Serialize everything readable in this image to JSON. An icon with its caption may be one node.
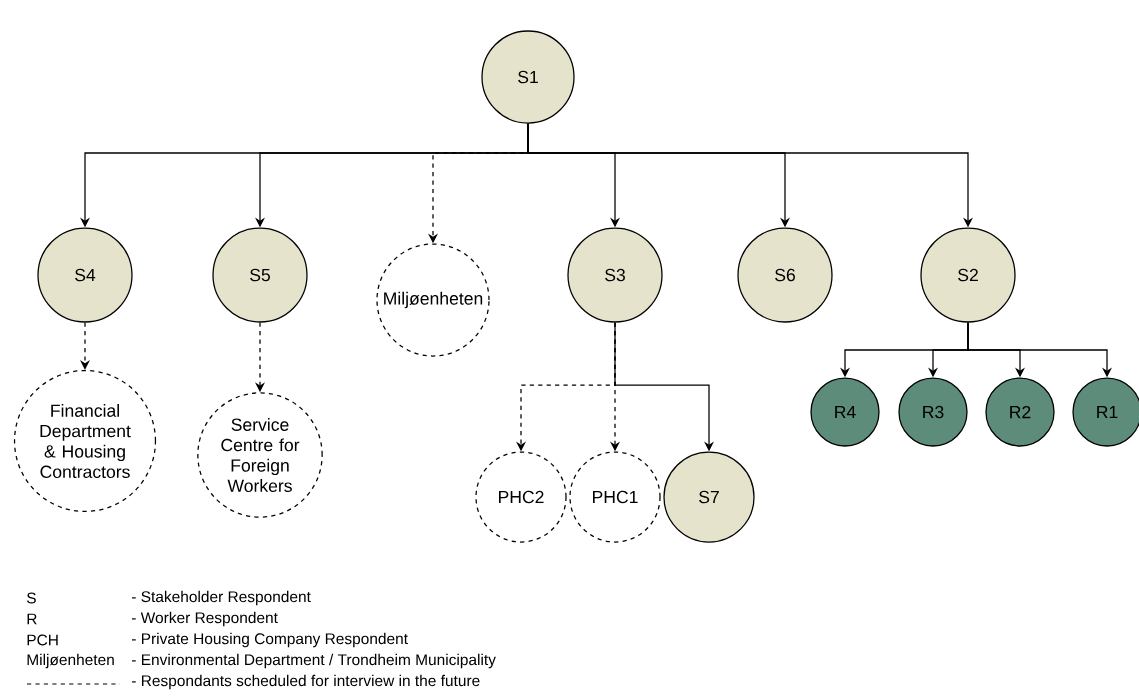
{
  "diagram": {
    "nodes": [
      {
        "text": [
          "S1"
        ]
      },
      {
        "text": [
          "S4"
        ]
      },
      {
        "text": [
          "S5"
        ]
      },
      {
        "text": [
          "Miljøenheten"
        ]
      },
      {
        "text": [
          "S3"
        ]
      },
      {
        "text": [
          "S6"
        ]
      },
      {
        "text": [
          "S2"
        ]
      },
      {
        "text": [
          "Financial Department & Housing Contractors"
        ]
      },
      {
        "text": [
          "Service Centre for Foreign Workers"
        ]
      },
      {
        "text": [
          "R4"
        ]
      },
      {
        "text": [
          "R3"
        ]
      },
      {
        "text": [
          "R2"
        ]
      },
      {
        "text": [
          "R1"
        ]
      },
      {
        "text": [
          "PHC2"
        ]
      },
      {
        "text": [
          "PHC1"
        ]
      },
      {
        "text": [
          "S7"
        ]
      }
    ],
    "edges": [
      {
        "from": 0,
        "to": 1,
        "arrow": "to"
      },
      {
        "from": 0,
        "to": 2,
        "arrow": "to"
      },
      {
        "from": 0,
        "to": 3,
        "arrow": "to",
        "style": "dashed"
      },
      {
        "from": 0,
        "to": 4,
        "arrow": "to"
      },
      {
        "from": 0,
        "to": 5,
        "arrow": "to"
      },
      {
        "from": 0,
        "to": 6,
        "arrow": "to"
      },
      {
        "from": 1,
        "to": 7,
        "arrow": "to",
        "style": "dashed"
      },
      {
        "from": 2,
        "to": 8,
        "arrow": "to",
        "style": "dashed"
      },
      {
        "from": 4,
        "to": 13,
        "arrow": "to",
        "style": "dashed"
      },
      {
        "from": 4,
        "to": 14,
        "arrow": "to",
        "style": "dashed"
      },
      {
        "from": 4,
        "to": 15,
        "arrow": "to"
      },
      {
        "from": 6,
        "to": 9,
        "arrow": "to"
      },
      {
        "from": 6,
        "to": 10,
        "arrow": "to"
      },
      {
        "from": 6,
        "to": 11,
        "arrow": "to"
      },
      {
        "from": 6,
        "to": 12,
        "arrow": "to"
      }
    ],
    "labels": [
      "S",
      "- Stakeholder Respondent",
      "R",
      "- Worker Respondent",
      "PCH",
      "- Private Housing Company Respondent",
      "Miljøenheten",
      "- Environmental Department / Trondheim Municipality"
    ],
    "legend": [
      {
        "text": "- Respondants scheduled for interview in the future"
      }
    ]
  }
}
